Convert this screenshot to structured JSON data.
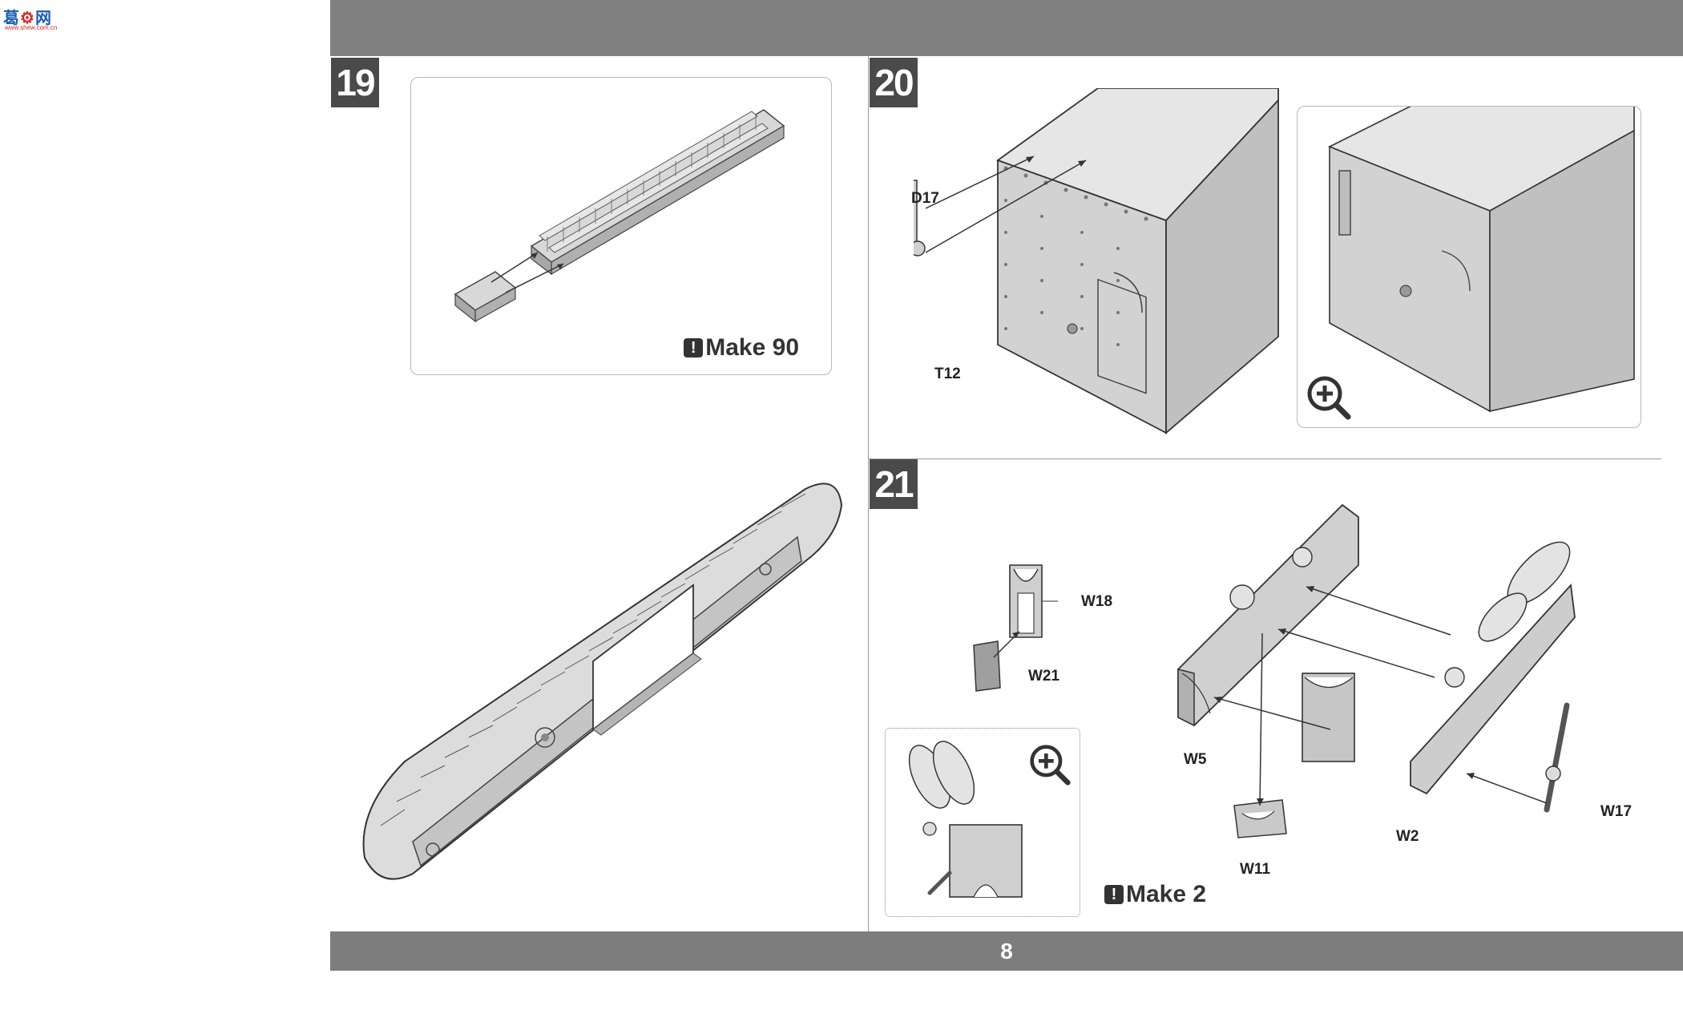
{
  "logo": {
    "main": "葛",
    "accent": "网",
    "sub": "www.shew.com.cn"
  },
  "page": {
    "number": "8"
  },
  "steps": [
    {
      "number": "19",
      "make": "Make 90",
      "warn_symbol": "!"
    },
    {
      "number": "20",
      "parts": [
        "D17",
        "T12"
      ]
    },
    {
      "number": "21",
      "make": "Make 2",
      "warn_symbol": "!",
      "parts": [
        "W18",
        "W21",
        "W5",
        "W11",
        "W2",
        "W17"
      ]
    }
  ],
  "icons": {
    "zoom": "zoom-in-icon",
    "warning": "warning-icon"
  },
  "colors": {
    "bar": "#808080",
    "step_badge": "#4a4a4a",
    "part_fill": "#c8c8c8",
    "line": "#444444"
  }
}
